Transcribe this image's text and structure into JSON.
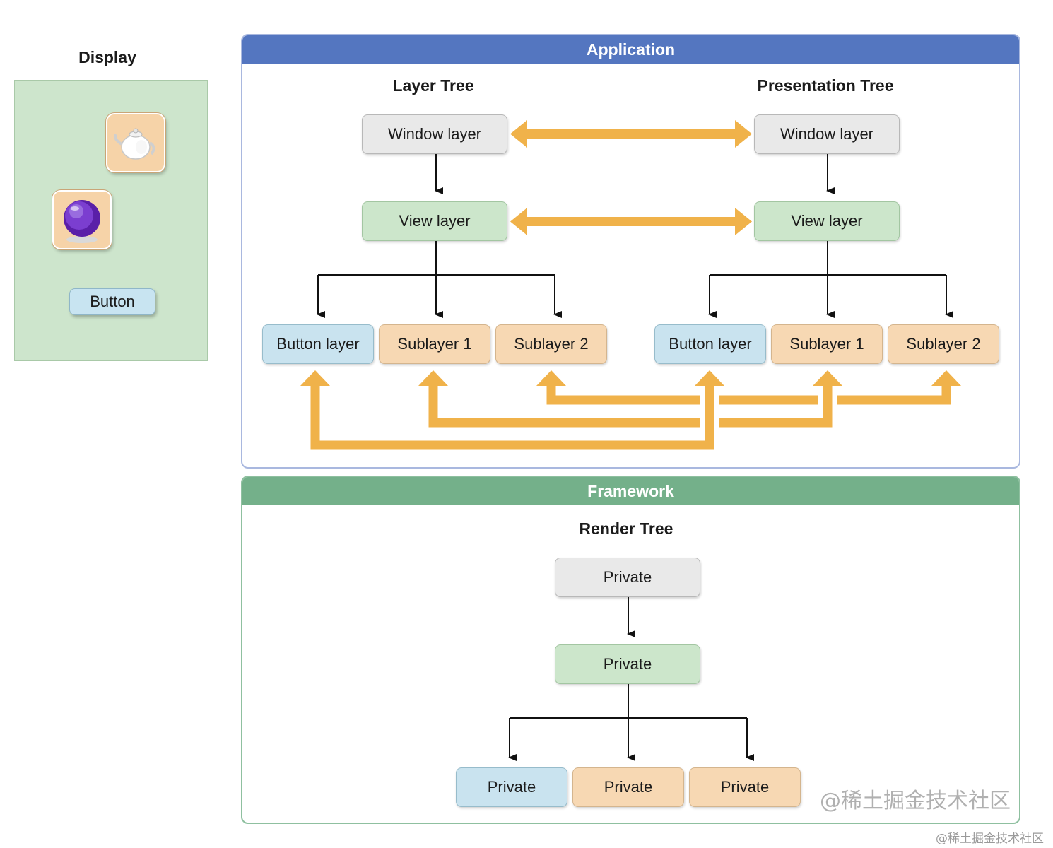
{
  "display": {
    "title": "Display",
    "teapot_icon": "teapot-icon",
    "orb_icon": "purple-orb-icon",
    "button_label": "Button"
  },
  "application": {
    "title": "Application",
    "layer_tree": {
      "title": "Layer Tree",
      "window": "Window layer",
      "view": "View layer",
      "button": "Button layer",
      "sub1": "Sublayer 1",
      "sub2": "Sublayer 2"
    },
    "presentation_tree": {
      "title": "Presentation Tree",
      "window": "Window layer",
      "view": "View layer",
      "button": "Button layer",
      "sub1": "Sublayer 1",
      "sub2": "Sublayer 2"
    }
  },
  "framework": {
    "title": "Framework",
    "render_tree": {
      "title": "Render Tree",
      "root": "Private",
      "middle": "Private",
      "leaf1": "Private",
      "leaf2": "Private",
      "leaf3": "Private"
    }
  },
  "colors": {
    "application_header": "#5476c0",
    "framework_header": "#74b08a",
    "arrow_orange": "#f0b24a",
    "display_bg": "#cde5cc"
  },
  "watermark": {
    "inline": "@稀土掘金技术社区",
    "corner": "@稀土掘金技术社区"
  }
}
